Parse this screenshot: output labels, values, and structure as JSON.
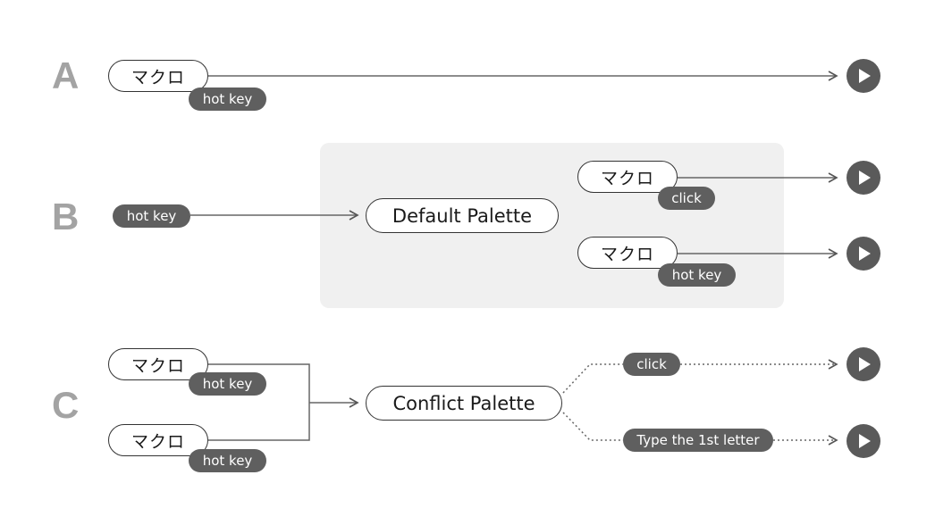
{
  "sections": {
    "a": {
      "letter": "A",
      "macro": "マクロ",
      "trigger": "hot key"
    },
    "b": {
      "letter": "B",
      "trigger": "hot key",
      "palette": "Default Palette",
      "items": [
        {
          "macro": "マクロ",
          "trigger": "click"
        },
        {
          "macro": "マクロ",
          "trigger": "hot key"
        }
      ]
    },
    "c": {
      "letter": "C",
      "inputs": [
        {
          "macro": "マクロ",
          "trigger": "hot key"
        },
        {
          "macro": "マクロ",
          "trigger": "hot key"
        }
      ],
      "palette": "Conflict Palette",
      "branches": [
        {
          "label": "click"
        },
        {
          "label": "Type the 1st letter"
        }
      ]
    }
  },
  "icons": {
    "run": "play-icon"
  },
  "colors": {
    "letter": "#a3a3a3",
    "tag": "#5f5f5f",
    "play": "#5a5a5a",
    "panel": "#f0f0f0",
    "line": "#666666"
  }
}
